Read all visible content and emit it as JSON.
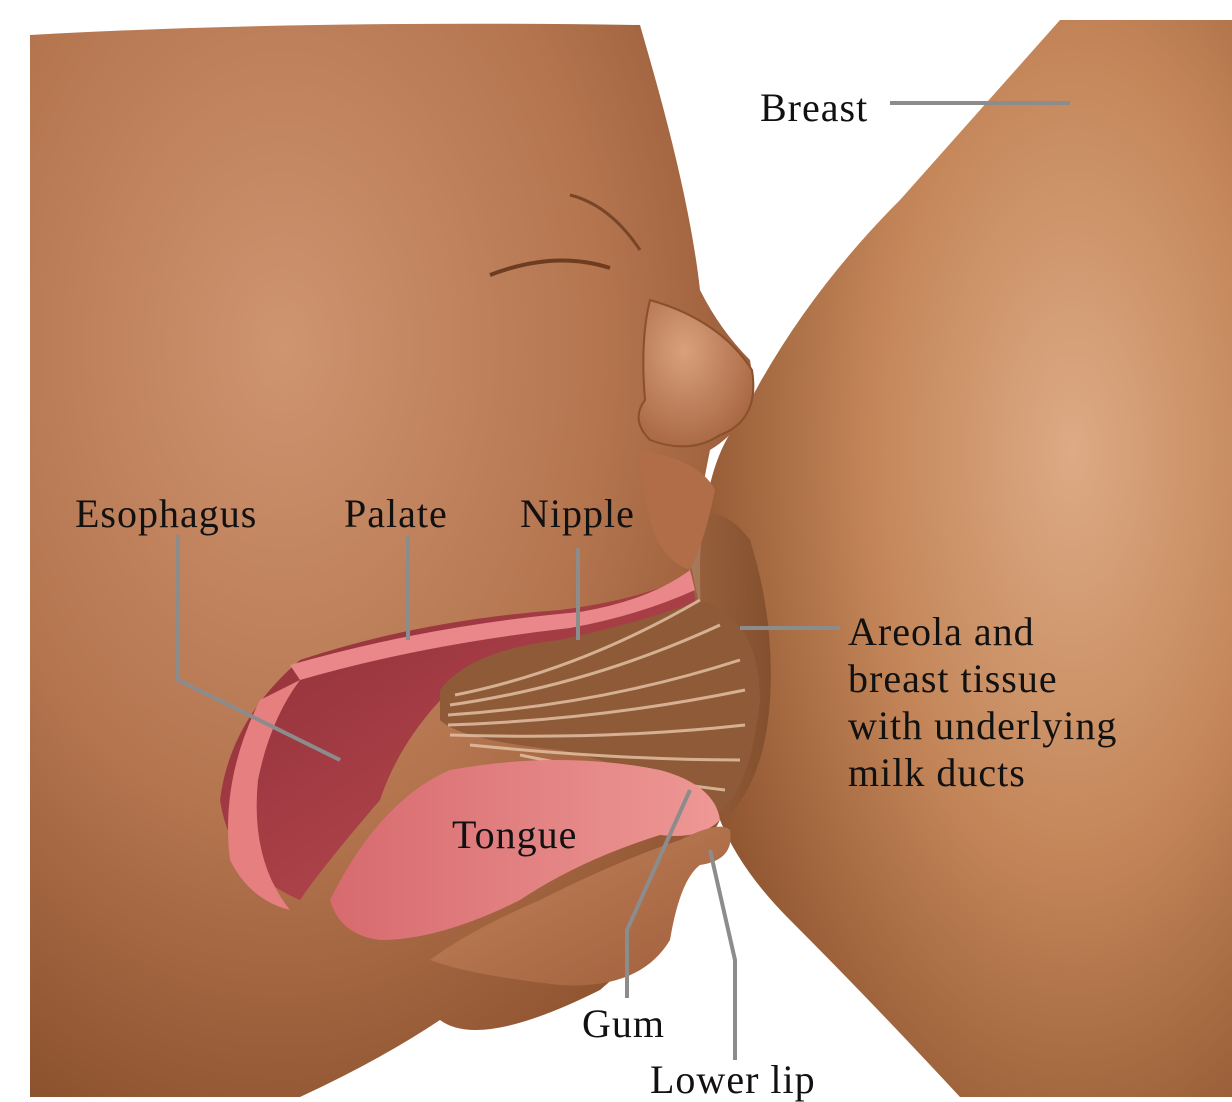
{
  "labels": {
    "breast": "Breast",
    "esophagus": "Esophagus",
    "palate": "Palate",
    "nipple": "Nipple",
    "areola_lines": [
      "Areola and",
      "breast tissue",
      "with underlying",
      "milk ducts"
    ],
    "tongue": "Tongue",
    "gum": "Gum",
    "lower_lip": "Lower lip"
  },
  "colors": {
    "background": "#ffffff",
    "skin": "#b4754f",
    "skin_dark": "#8a4f2c",
    "breast": "#c98c62",
    "mouth_cavity": "#b3444a",
    "tongue": "#e57f80",
    "palate": "#e9878a",
    "areola": "#8a5533",
    "leader_line": "#8c8c8c"
  }
}
